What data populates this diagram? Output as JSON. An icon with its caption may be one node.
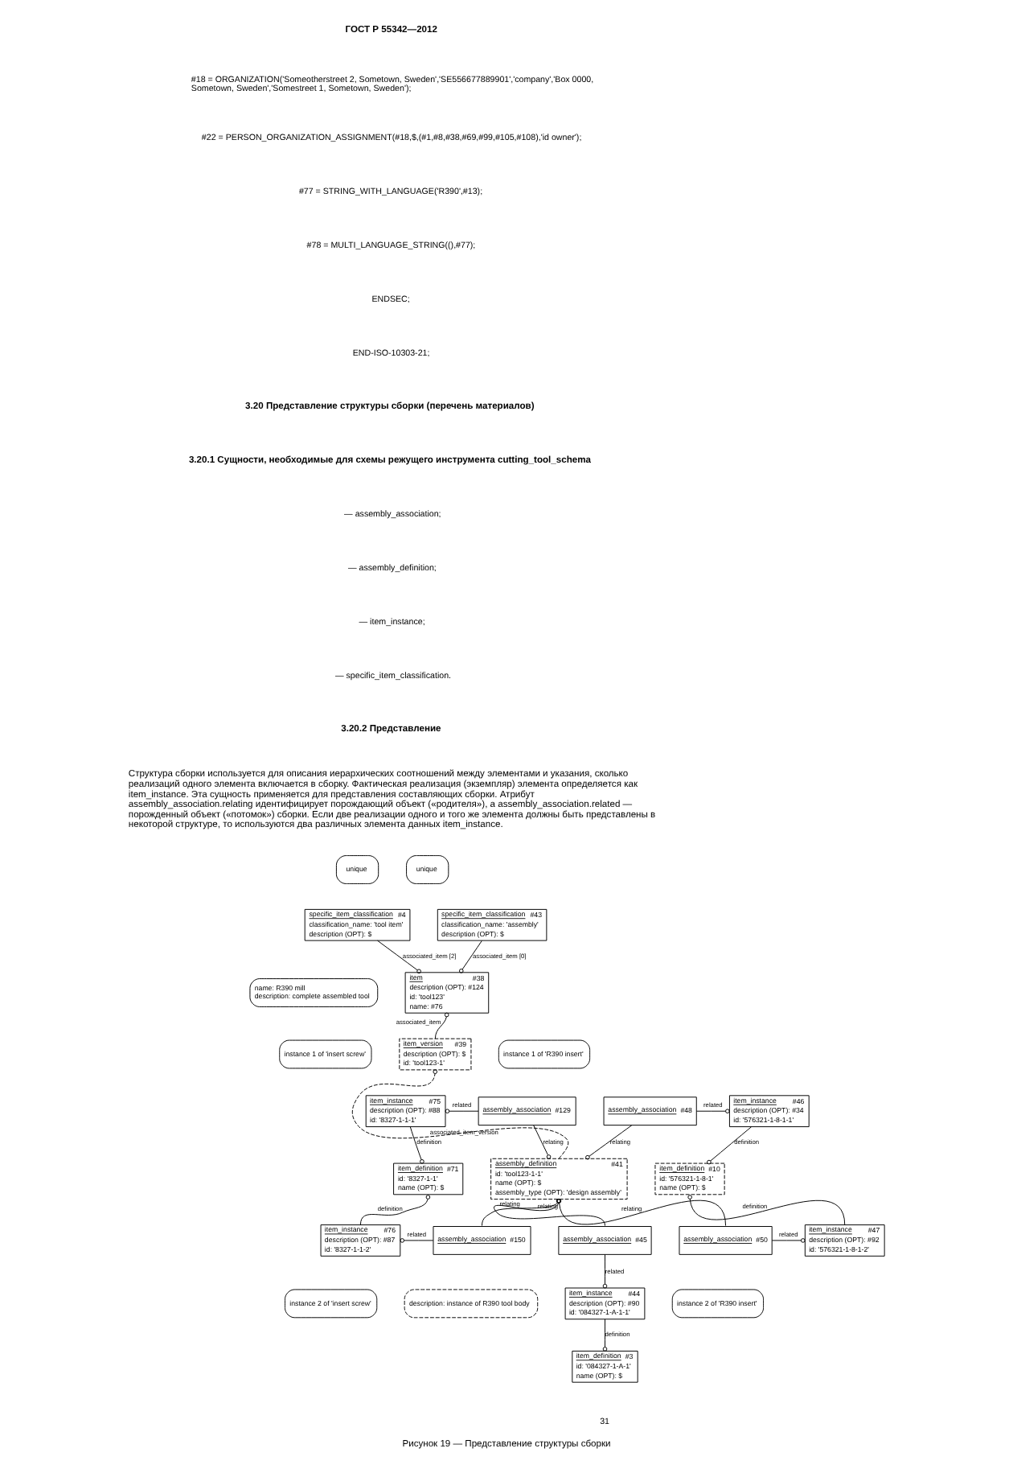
{
  "diagram": {
    "caption": "Рисунок 19 — Представление структуры сборки",
    "nodes": [
      {
        "text": [
          "unique"
        ]
      },
      {
        "text": [
          "specific_item_classification",
          "#4",
          "classification_name: 'tool item'",
          "description (OPT): $"
        ]
      },
      {
        "text": [
          "unique"
        ]
      },
      {
        "text": [
          "specific_item_classification",
          "#43",
          "classification_name: 'assembly'",
          "description (OPT): $"
        ]
      },
      {
        "text": [
          "name: R390 mill",
          "description: complete assembled tool"
        ]
      },
      {
        "text": [
          "item",
          "#38",
          "description (OPT): #124",
          "id: 'tool123'",
          "name: #76"
        ]
      },
      {
        "text": [
          "instance 1 of 'insert screw'"
        ]
      },
      {
        "text": [
          "item_instance",
          "#75",
          "description (OPT): #88",
          "id: '8327-1-1-1'"
        ]
      },
      {
        "text": [
          "item_version",
          "#39",
          "description (OPT): $",
          "id: 'tool123-1'"
        ]
      },
      {
        "text": [
          "instance 1 of 'R390 insert'"
        ]
      },
      {
        "text": [
          "assembly_association",
          "#129"
        ]
      },
      {
        "text": [
          "assembly_association",
          "#48"
        ]
      },
      {
        "text": [
          "item_instance",
          "#46",
          "description (OPT): #34",
          "id: '576321-1-8-1-1'"
        ]
      },
      {
        "text": [
          "item_definition",
          "#71",
          "id: '8327-1-1'",
          "name (OPT): $"
        ]
      },
      {
        "text": [
          "assembly_definition",
          "#41",
          "id: 'tool123-1-1'",
          "name (OPT): $",
          "assembly_type (OPT): 'design assembly'"
        ]
      },
      {
        "text": [
          "item_definition",
          "#10",
          "id: '576321-1-8-1'",
          "name (OPT): $"
        ]
      },
      {
        "text": [
          "item_instance",
          "#76",
          "description (OPT): #87",
          "id: '8327-1-1-2'"
        ]
      },
      {
        "text": [
          "assembly_association",
          "#150"
        ]
      },
      {
        "text": [
          "assembly_association",
          "#45"
        ]
      },
      {
        "text": [
          "assembly_association",
          "#50"
        ]
      },
      {
        "text": [
          "item_instance",
          "#47",
          "description (OPT): #92",
          "id: '576321-1-8-1-2'"
        ]
      },
      {
        "text": [
          "instance 2 of 'insert screw'"
        ]
      },
      {
        "text": [
          "instance 2 of 'R390 insert'"
        ]
      },
      {
        "text": [
          "description: instance of R390 tool body"
        ]
      },
      {
        "text": [
          "item_instance",
          "#44",
          "description (OPT): #90",
          "id: '084327-1-A-1-1'"
        ]
      },
      {
        "text": [
          "item_definition",
          "#3",
          "id: '084327-1-A-1'",
          "name (OPT): $"
        ]
      }
    ],
    "edges": [
      {
        "from": 1,
        "to": 5,
        "arrow": "other",
        "label": "associated_item [2]"
      },
      {
        "from": 3,
        "to": 5,
        "arrow": "other",
        "label": "associated_item [0]"
      },
      {
        "from": 8,
        "to": 5,
        "arrow": "other",
        "label": "associated_item"
      },
      {
        "from": 10,
        "to": 7,
        "arrow": "other",
        "label": "related"
      },
      {
        "from": 14,
        "to": 8,
        "arrow": "other",
        "label": "associated_item_version",
        "style": "dashed"
      },
      {
        "from": 11,
        "to": 12,
        "arrow": "other",
        "label": "related"
      },
      {
        "from": 10,
        "to": 14,
        "arrow": "other",
        "label": "relating"
      },
      {
        "from": 11,
        "to": 14,
        "arrow": "other",
        "label": "relating"
      },
      {
        "from": 7,
        "to": 13,
        "arrow": "other",
        "label": "definition"
      },
      {
        "from": 12,
        "to": 15,
        "arrow": "other",
        "label": "definition"
      },
      {
        "from": 16,
        "to": 13,
        "arrow": "other",
        "label": "definition"
      },
      {
        "from": 20,
        "to": 15,
        "arrow": "other",
        "label": "definition"
      },
      {
        "from": 17,
        "to": 14,
        "arrow": "other",
        "label": "relating"
      },
      {
        "from": 18,
        "to": 14,
        "arrow": "other",
        "label": "relating"
      },
      {
        "from": 19,
        "to": 14,
        "arrow": "other",
        "label": "relating"
      },
      {
        "from": 17,
        "to": 16,
        "arrow": "other",
        "label": "related"
      },
      {
        "from": 19,
        "to": 20,
        "arrow": "other",
        "label": "related"
      },
      {
        "from": 18,
        "to": 24,
        "arrow": "other",
        "label": "related"
      },
      {
        "from": 24,
        "to": 25,
        "arrow": "other",
        "label": "definition"
      }
    ],
    "labels": [
      "ГОСТ Р 55342—2012",
      "#18 = ORGANIZATION('Someotherstreet 2, Sometown, Sweden','SE556677889901','company','Box 0000, Sometown, Sweden','Somestreet 1, Sometown, Sweden');",
      "#22 = PERSON_ORGANIZATION_ASSIGNMENT(#18,$,(#1,#8,#38,#69,#99,#105,#108),'id owner');",
      "#77 = STRING_WITH_LANGUAGE('R390',#13);",
      "#78 = MULTI_LANGUAGE_STRING((),#77);",
      "ENDSEC;",
      "END-ISO-10303-21;",
      "3.20 Представление структуры сборки (перечень материалов)",
      "3.20.1 Сущности, необходимые для схемы режущего инструмента cutting_tool_schema",
      "— assembly_association;",
      "— assembly_definition;",
      "— item_instance;",
      "— specific_item_classification.",
      "3.20.2 Представление",
      "Структура сборки используется для описания иерархических соотношений между элементами и указания, сколько реализаций одного элемента включается в сборку. Фактическая реализация (экземпляр) элемента определяется как item_instance. Эта сущность применяется для представления составляющих сборки. Атрибут assembly_association.relating идентифицирует порождающий объект («родителя»), а assembly_association.related — порожденный объект («потомок») сборки. Если две реализации одного и того же элемента должны быть представлены в некоторой структуре, то используются два различных элемента данных item_instance.",
      "31"
    ]
  }
}
